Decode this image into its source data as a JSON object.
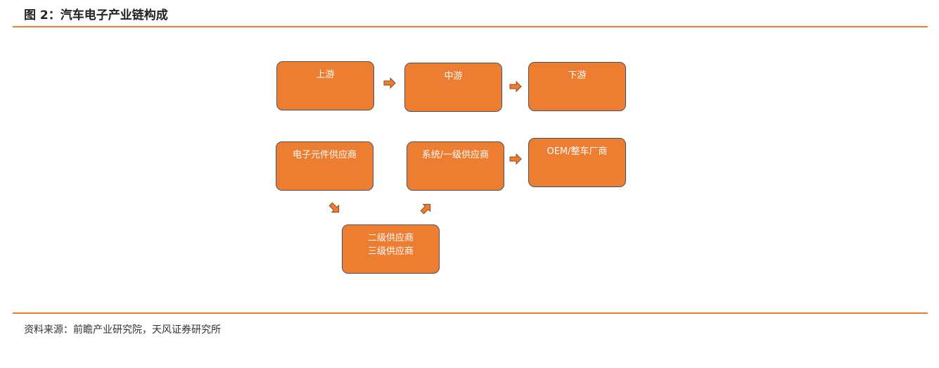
{
  "figure": {
    "title": "图 2：汽车电子产业链构成",
    "source": "资料来源：前瞻产业研究院，天风证券研究所"
  },
  "colors": {
    "accent": "#ED7D31",
    "box_border": "#4A5568",
    "arrow_fill": "#ED7D31",
    "arrow_stroke": "#8B4A1C"
  },
  "nodes": {
    "upstream": {
      "label": "上游"
    },
    "midstream": {
      "label": "中游"
    },
    "downstream": {
      "label": "下游"
    },
    "electronic_component_suppliers": {
      "label": "电子元件供应商"
    },
    "system_tier1_suppliers": {
      "label": "系统/一级供应商"
    },
    "oem_automakers": {
      "label": "OEM/整车厂商"
    },
    "tier2_tier3_suppliers": {
      "line1": "二级供应商",
      "line2": "三级供应商"
    }
  }
}
